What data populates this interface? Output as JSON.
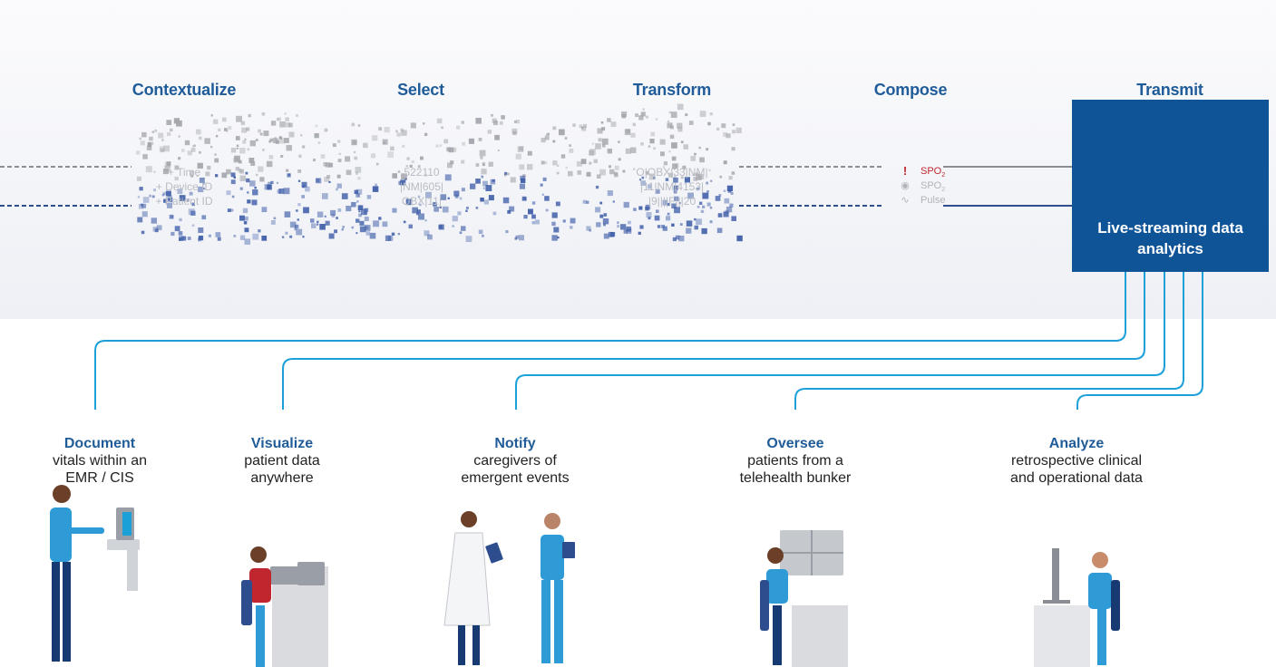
{
  "stages": [
    {
      "label": "Contextualize"
    },
    {
      "label": "Select"
    },
    {
      "label": "Transform"
    },
    {
      "label": "Compose"
    },
    {
      "label": "Transmit"
    }
  ],
  "context_lines": [
    "+ Time",
    "+ Device ID",
    "+ Patient ID"
  ],
  "select_lines": [
    "522110",
    "|NM|605|",
    "OBX|11|"
  ],
  "transform_lines": [
    "O|OBX|33|NM|",
    "|11|NM|4153|",
    "|9||||F|||20"
  ],
  "vitals": [
    {
      "label": "SPO",
      "sub": "2",
      "icon": "alert-icon",
      "glyph": "!"
    },
    {
      "label": "SPO",
      "sub": "2",
      "icon": "oxygen-drop-icon",
      "glyph": "◉"
    },
    {
      "label": "Pulse",
      "icon": "pulse-wave-icon",
      "glyph": "∿"
    }
  ],
  "transmit_box": {
    "title": "Live-streaming data analytics"
  },
  "use_cases": [
    {
      "title": "Document",
      "desc": "vitals within an EMR / CIS"
    },
    {
      "title": "Visualize",
      "desc": "patient data anywhere"
    },
    {
      "title": "Notify",
      "desc": "caregivers of emergent events"
    },
    {
      "title": "Oversee",
      "desc": "patients from a telehealth bunker"
    },
    {
      "title": "Analyze",
      "desc": "retrospective clinical and operational data"
    }
  ],
  "colors": {
    "accent": "#0f5496",
    "connector": "#1ba0d8",
    "flow_gray": "#8a8d93",
    "flow_blue": "#2d4d8f",
    "alert": "#c0262d",
    "scrub_blue": "#2e9ad6",
    "navy": "#173a73"
  }
}
